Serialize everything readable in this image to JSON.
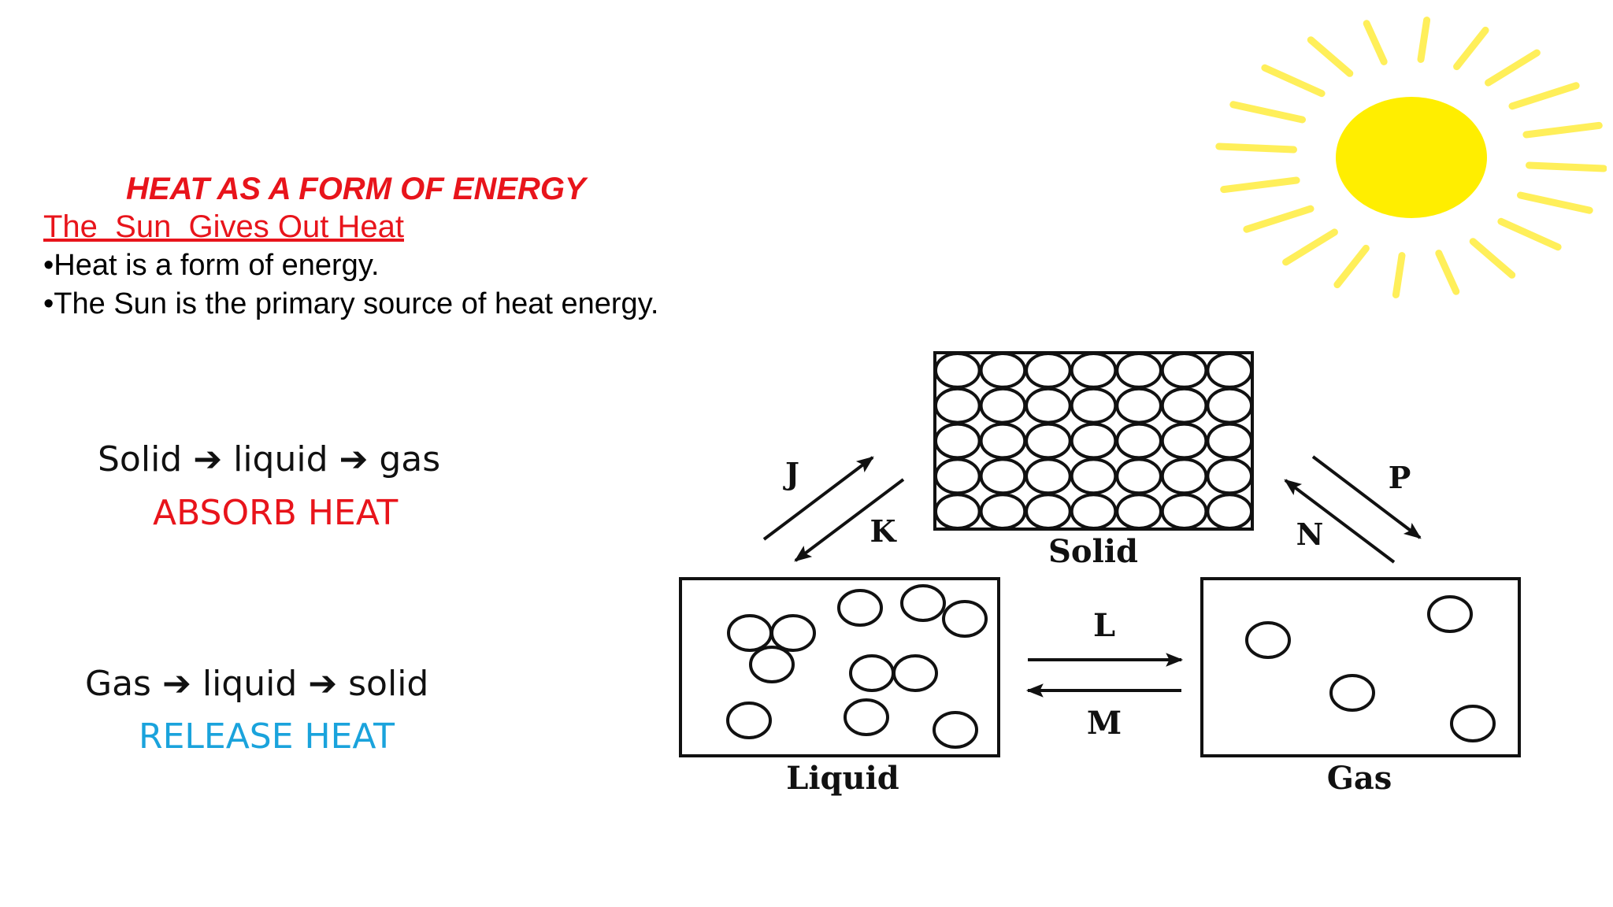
{
  "title": "HEAT AS A FORM OF ENERGY",
  "subtitle": "The  Sun  Gives Out Heat",
  "bullets": [
    "•Heat is a form of energy.",
    "•The Sun is the primary source of heat energy."
  ],
  "sequences": [
    {
      "steps": [
        "Solid",
        "liquid",
        "gas"
      ],
      "label": "ABSORB HEAT",
      "label_color": "#e8141b"
    },
    {
      "steps": [
        "Gas",
        "liquid",
        "solid"
      ],
      "label": "RELEASE HEAT",
      "label_color": "#1aa3dc"
    }
  ],
  "diagram": {
    "states": {
      "solid": "Solid",
      "liquid": "Liquid",
      "gas": "Gas"
    },
    "arrows": {
      "j": "J",
      "k": "K",
      "l": "L",
      "m": "M",
      "n": "N",
      "p": "P"
    }
  },
  "colors": {
    "title": "#e8141b",
    "release": "#1aa3dc",
    "sun": "#ffee00"
  }
}
